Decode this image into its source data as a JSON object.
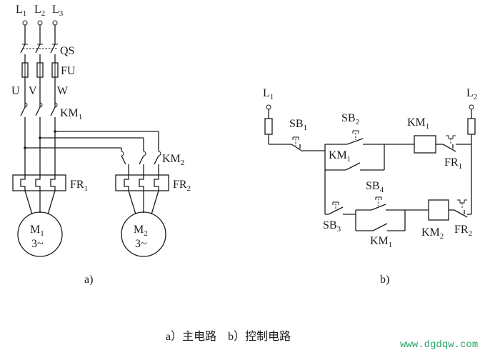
{
  "main_circuit": {
    "phases": [
      "L",
      "L",
      "L"
    ],
    "phase_subs": [
      "1",
      "2",
      "3"
    ],
    "switch_label": "QS",
    "fuse_label": "FU",
    "terminals": [
      "U",
      "V",
      "W"
    ],
    "contactor1": "KM",
    "contactor1_sub": "1",
    "contactor2": "KM",
    "contactor2_sub": "2",
    "relay1": "FR",
    "relay1_sub": "1",
    "relay2": "FR",
    "relay2_sub": "2",
    "motor1_name": "M",
    "motor1_sub": "1",
    "motor1_type": "3~",
    "motor2_name": "M",
    "motor2_sub": "2",
    "motor2_type": "3~",
    "label": "a)"
  },
  "control_circuit": {
    "line1": "L",
    "line1_sub": "1",
    "line2": "L",
    "line2_sub": "2",
    "sb1": "SB",
    "sb1_sub": "1",
    "sb2": "SB",
    "sb2_sub": "2",
    "sb3": "SB",
    "sb3_sub": "3",
    "sb4": "SB",
    "sb4_sub": "4",
    "km1_aux": "KM",
    "km1_aux_sub": "1",
    "km1_coil": "KM",
    "km1_coil_sub": "1",
    "fr1": "FR",
    "fr1_sub": "1",
    "km2_aux": "KM",
    "km2_aux_sub": "1",
    "km2_coil": "KM",
    "km2_coil_sub": "2",
    "fr2": "FR",
    "fr2_sub": "2",
    "label": "b)"
  },
  "caption": "a）主电路　b）控制电路",
  "watermark": "www.dgdqw.com"
}
